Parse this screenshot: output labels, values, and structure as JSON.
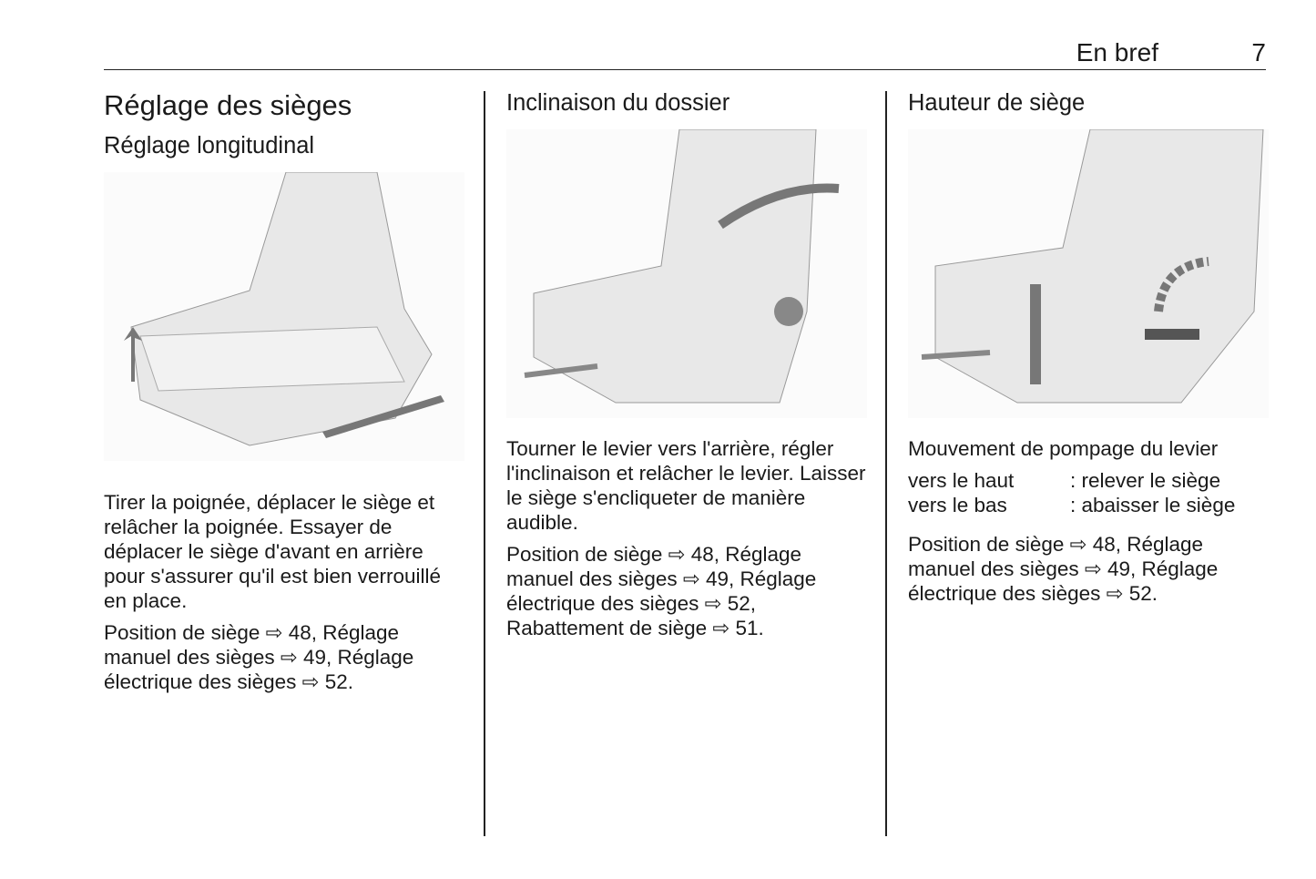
{
  "header": {
    "section": "En bref",
    "page": "7"
  },
  "col1": {
    "title": "Réglage des sièges",
    "subtitle": "Réglage longitudinal",
    "text": "Tirer la poignée, déplacer le siège et relâcher la poignée. Essayer de déplacer le siège d'avant en arrière pour s'assurer qu'il est bien verrouillé en place.",
    "refs": "Position de siège ⇨ 48, Réglage manuel des sièges ⇨ 49, Réglage électrique des sièges ⇨ 52."
  },
  "col2": {
    "subtitle": "Inclinaison du dossier",
    "text": "Tourner le levier vers l'arrière, régler l'inclinaison et relâcher le levier. Laisser le siège s'encliqueter de manière audible.",
    "refs": "Position de siège ⇨ 48, Réglage manuel des sièges ⇨ 49, Réglage électrique des sièges ⇨ 52, Rabattement de siège ⇨ 51."
  },
  "col3": {
    "subtitle": "Hauteur de siège",
    "text": "Mouvement de pompage du levier",
    "rows": [
      {
        "k": "vers le haut",
        "v": ":  relever le siège"
      },
      {
        "k": "vers le bas",
        "v": ":  abaisser le siège"
      }
    ],
    "refs": "Position de siège ⇨ 48, Réglage manuel des sièges ⇨ 49, Réglage électrique des sièges ⇨ 52."
  }
}
